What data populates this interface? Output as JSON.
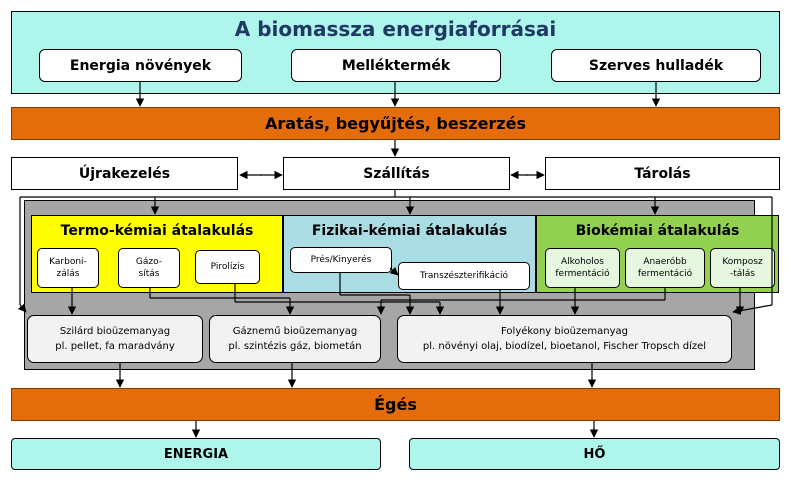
{
  "title": "A biomassza energiaforrásai",
  "sources": [
    "Energia növények",
    "Melléktermék",
    "Szerves hulladék"
  ],
  "harvest": "Aratás, begyűjtés, beszerzés",
  "logistics": [
    "Újrakezelés",
    "Szállítás",
    "Tárolás"
  ],
  "processes": {
    "thermo": {
      "title": "Termo-kémiai átalakulás",
      "items": [
        [
          "Karboni-",
          "zálás"
        ],
        [
          "Gázo-",
          "sítás"
        ],
        [
          "Pirolízis"
        ]
      ],
      "color": "#ffff00"
    },
    "physical": {
      "title": "Fizikai-kémiai átalakulás",
      "items": [
        [
          "Prés/Kinyerés"
        ],
        [
          "Transzészterifikáció"
        ]
      ],
      "color": "#a9dce3"
    },
    "bio": {
      "title": "Biokémiai átalakulás",
      "items": [
        [
          "Alkoholos",
          "fermentáció"
        ],
        [
          "Anaeróbb",
          "fermentáció"
        ],
        [
          "Komposz",
          "-tálás"
        ]
      ],
      "color": "#92d050"
    }
  },
  "fuels": [
    [
      "Szilárd bioüzemanyag",
      "pl. pellet, fa maradvány"
    ],
    [
      "Gáznemű bioüzemanyag",
      "pl. szintézis gáz, biometán"
    ],
    [
      "Folyékony bioüzemanyag",
      "pl. növényi olaj, biodízel, bioetanol, Fischer Tropsch dízel"
    ]
  ],
  "combustion": "Égés",
  "outputs": [
    "ENERGIA",
    "HŐ"
  ],
  "colors": {
    "banner": "#aef5ec",
    "orange": "#e46c0a",
    "grey": "#a6a6a6"
  }
}
